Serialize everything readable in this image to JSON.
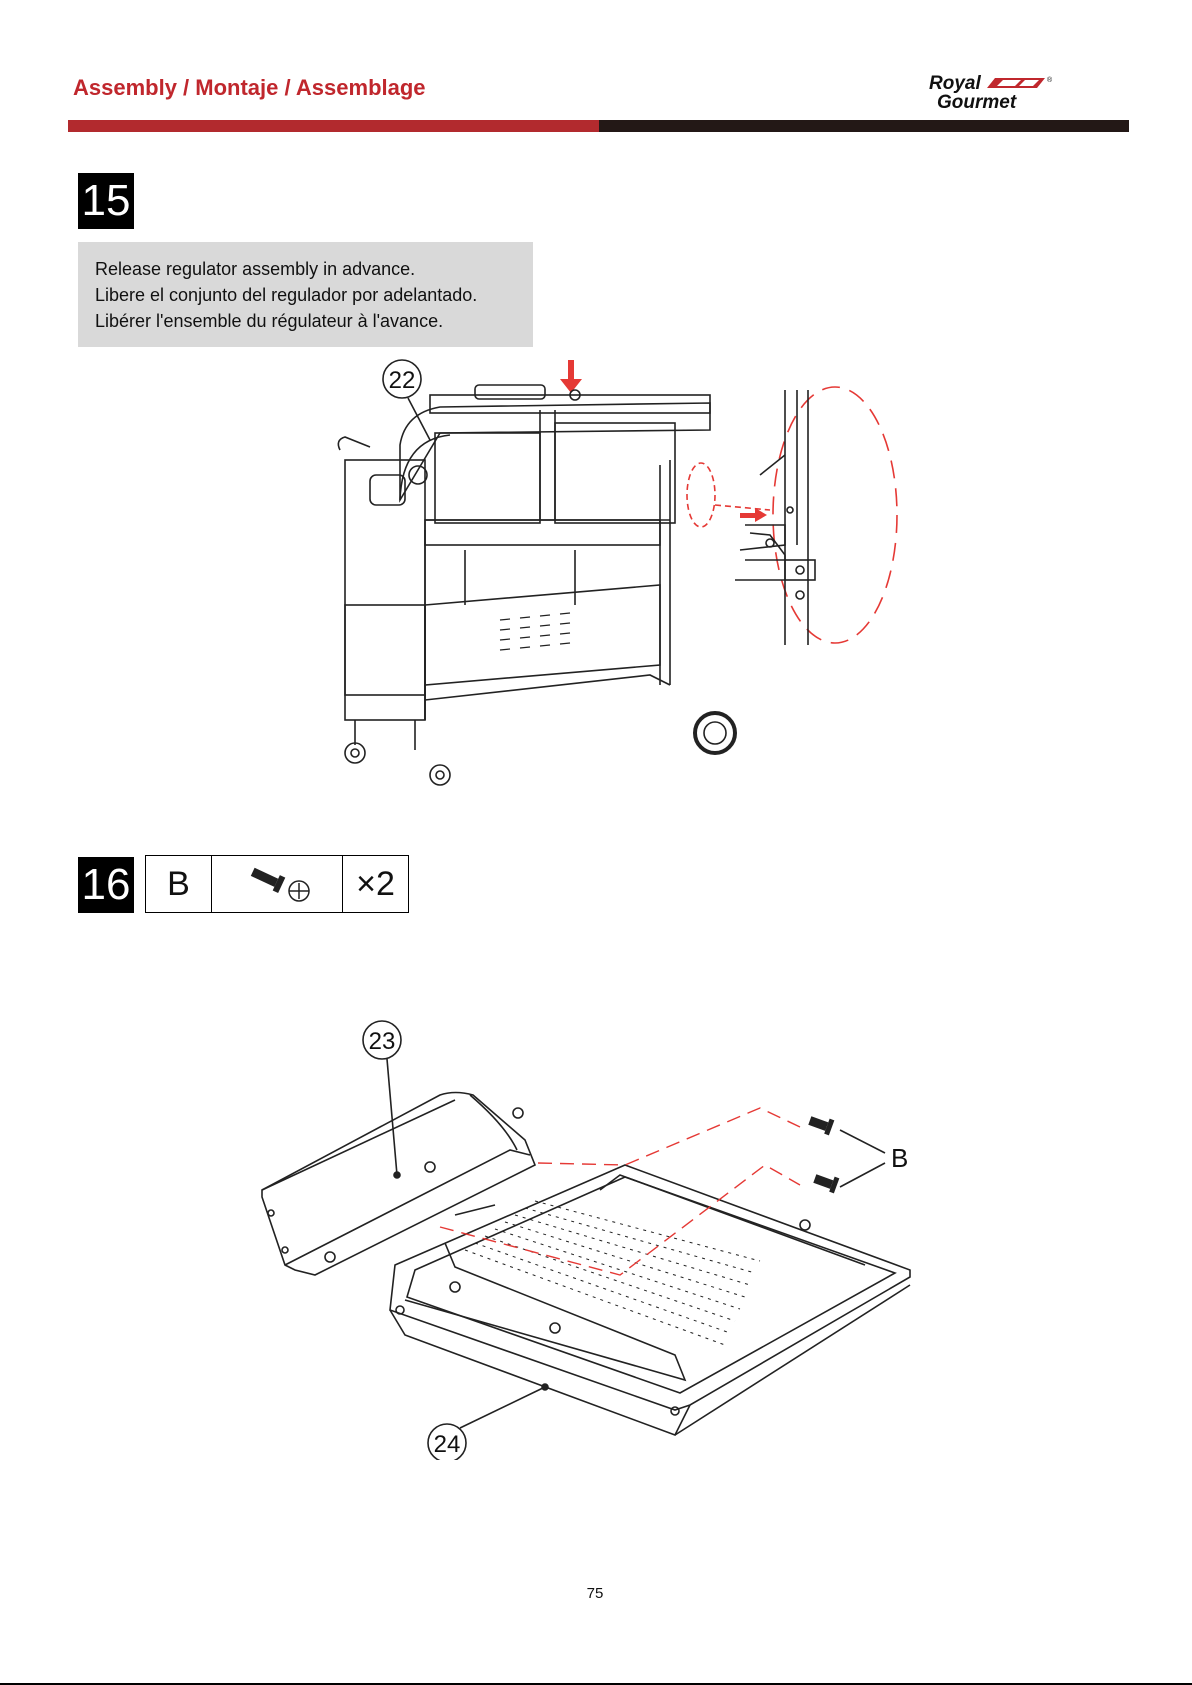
{
  "header": {
    "title": "Assembly / Montaje / Assemblage",
    "logo_line1": "Royal",
    "logo_line2": "Gourmet",
    "logo_mark": "®"
  },
  "colors": {
    "accent": "#c0272d",
    "dark": "#231816",
    "note_bg": "#d9d9d9",
    "callout": "#e53935"
  },
  "step15": {
    "number": "15",
    "note_lines": [
      "Release regulator assembly in advance.",
      "Libere el conjunto del regulador por adelantado.",
      "Libérer l'ensemble du régulateur à l'avance."
    ],
    "part_label": "22"
  },
  "step16": {
    "number": "16",
    "hardware": {
      "code": "B",
      "icon": "screw-icon",
      "quantity": "×2"
    },
    "part_labels": [
      "23",
      "24"
    ],
    "screw_label": "B"
  },
  "page_number": "75"
}
